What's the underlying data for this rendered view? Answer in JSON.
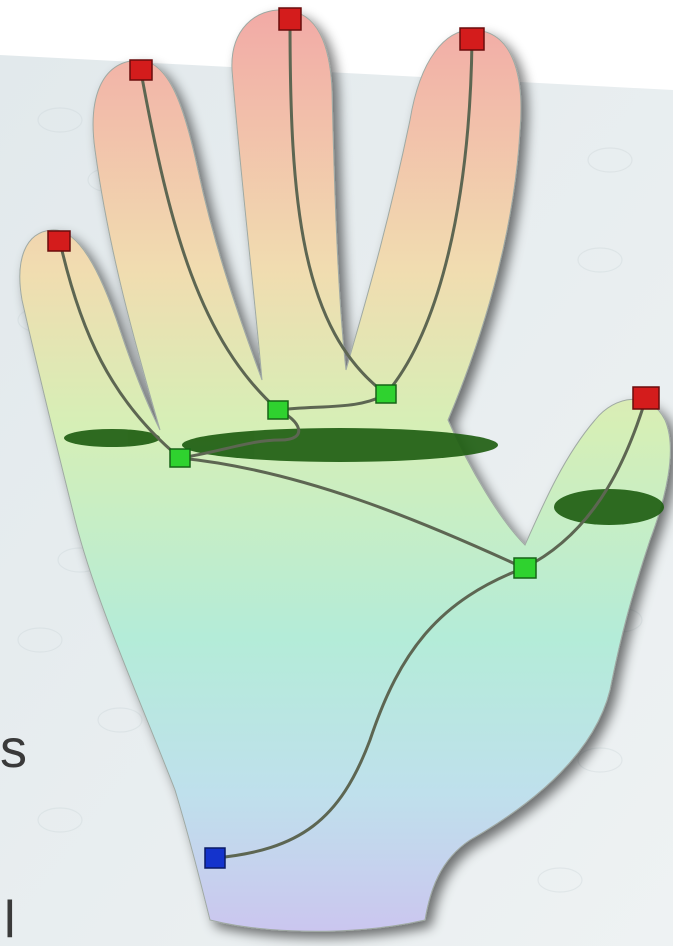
{
  "scene": {
    "subject": "hand-mesh-skeleton",
    "colors": {
      "background_panel": "#e9eef0",
      "fingertip_marker": "#d41c1c",
      "joint_marker": "#2fd22f",
      "root_marker": "#1433cc",
      "cross_section": "#1f5e12",
      "skeleton_curve": "#5d6652",
      "mesh_gradient_top": "#f0b0ac",
      "mesh_gradient_mid": "#b8ecb0",
      "mesh_gradient_bottom": "#c8c8f0"
    },
    "markers": {
      "fingertips": 5,
      "joints": 4,
      "root": 1
    }
  },
  "side_text": {
    "char_1": "s",
    "char_2": "l"
  }
}
